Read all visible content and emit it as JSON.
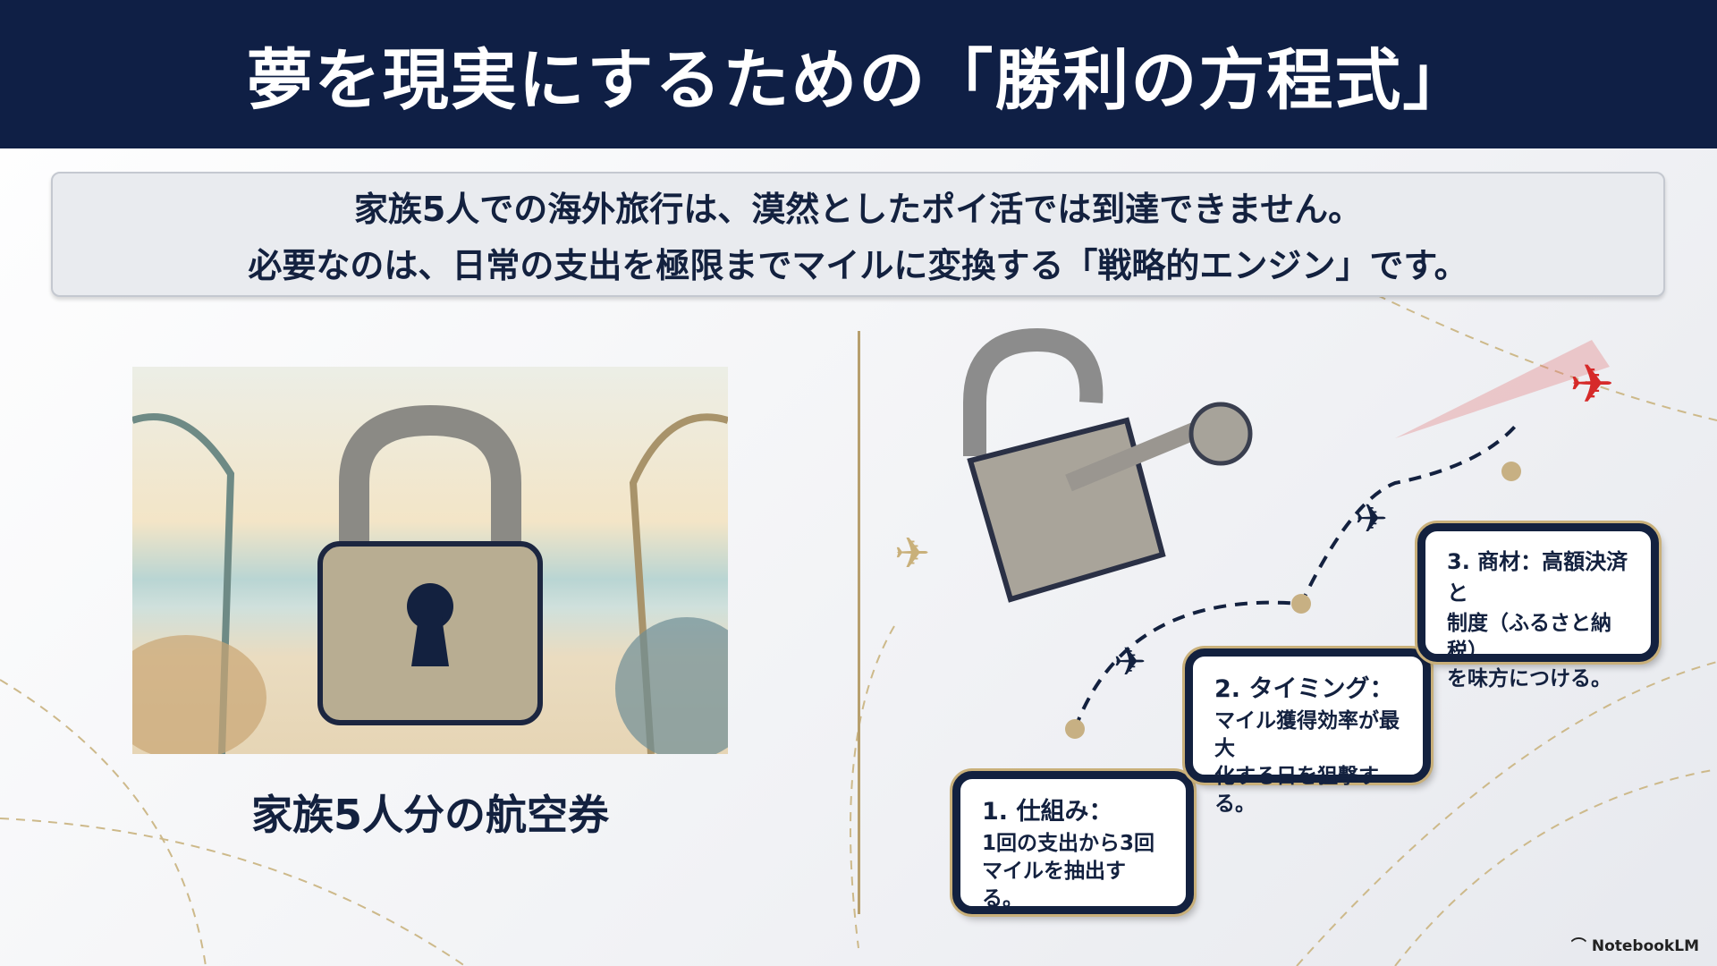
{
  "header": {
    "title": "夢を現実にするための「勝利の方程式」"
  },
  "intro": {
    "line1": "家族5人での海外旅行は、漠然としたポイ活では到達できません。",
    "line2": "必要なのは、日常の支出を極限までマイルに変換する「戦略的エンジン」です。"
  },
  "left": {
    "caption": "家族5人分の航空券"
  },
  "steps": [
    {
      "title": "1. 仕組み：",
      "desc1": "1回の支出から3回",
      "desc2": "マイルを抽出する。"
    },
    {
      "title": "2. タイミング：",
      "desc1": "マイル獲得効率が最大",
      "desc2": "化する日を狙撃する。"
    },
    {
      "title": "3. 商材：高額決済と",
      "desc1": "制度（ふるさと納税）",
      "desc2": "を味方につける。"
    }
  ],
  "watermark": "NotebookLM",
  "colors": {
    "navy": "#0f1f45",
    "gold": "#b79f6e",
    "red": "#d62a2a"
  }
}
